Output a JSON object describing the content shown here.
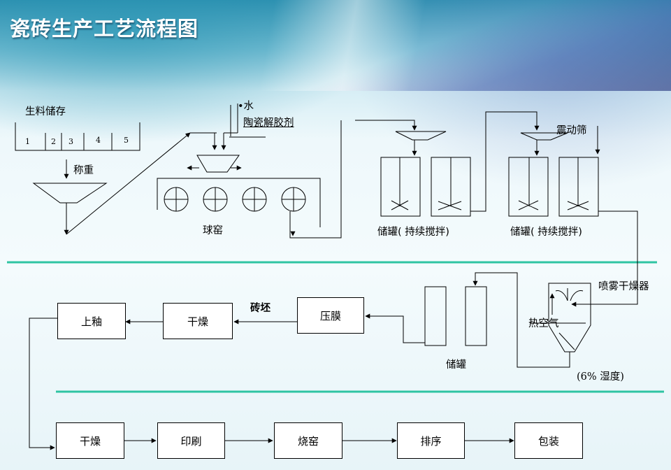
{
  "title": "瓷砖生产工艺流程图",
  "storage": {
    "label": "生料储存",
    "bins": [
      "1",
      "2",
      "3",
      "4",
      "5"
    ]
  },
  "weighing": "称重",
  "water": "•水",
  "deflocculant": "陶瓷解胶剂",
  "ball_mill": "球窑",
  "tank_label_1": "储罐( 持续搅拌)",
  "tank_label_2": "储罐( 持续搅拌)",
  "vibrating_screen": "震动筛",
  "spray_dryer": "喷雾干燥器",
  "hot_air": "热空气",
  "humidity": "(6% 湿度)",
  "silo": "储罐",
  "tile_blank": "砖坯",
  "process_row1": [
    "上釉",
    "干燥",
    "压膜"
  ],
  "process_row2": [
    "干燥",
    "印刷",
    "烧窑",
    "排序",
    "包装"
  ],
  "colors": {
    "divider": "#2fc4a3",
    "line": "#000000",
    "title": "#ffffff"
  }
}
